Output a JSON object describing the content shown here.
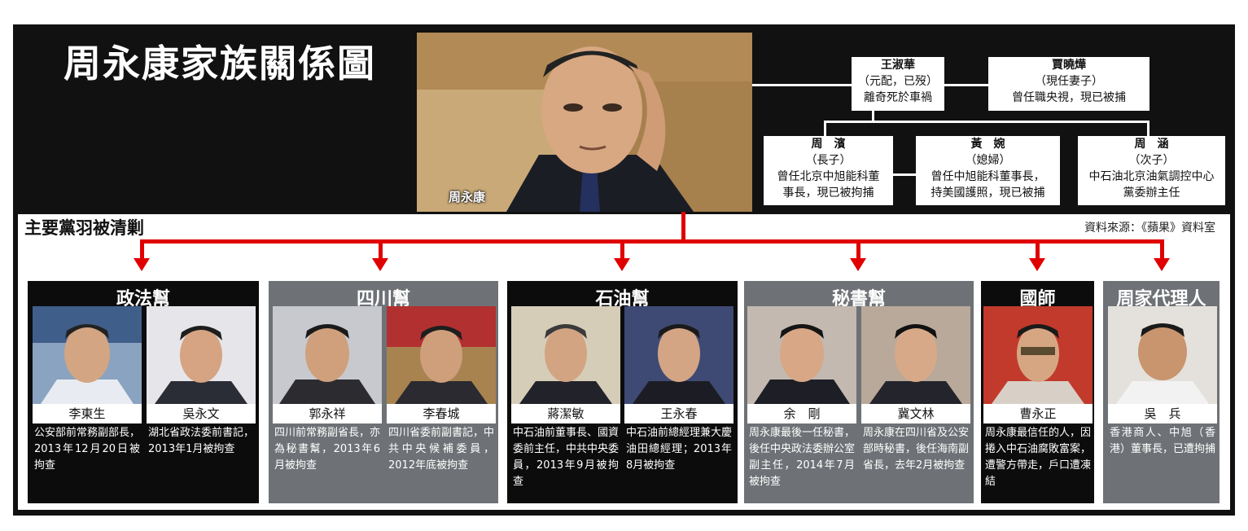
{
  "title": "周永康家族關係圖",
  "center_person": {
    "name": "周永康"
  },
  "family": {
    "wang": {
      "name": "王淑華",
      "line1": "（元配，已歿）",
      "line2": "離奇死於車禍"
    },
    "jia": {
      "name": "賈曉燁",
      "line1": "（現任妻子）",
      "line2": "曾任職央視，現已被捕"
    },
    "zhoubin": {
      "name": "周　濱",
      "line1": "（長子）",
      "line2": "曾任北京中旭能科董",
      "line3": "事長，現已被拘捕"
    },
    "huangwan": {
      "name": "黃　婉",
      "line1": "（媳婦）",
      "line2": "曾任中旭能科董事長，",
      "line3": "持美國護照，現已被捕"
    },
    "zhouhan": {
      "name": "周　涵",
      "line1": "（次子）",
      "line2": "中石油北京油氣調控中心",
      "line3": "黨委辦主任"
    }
  },
  "subtitle": "主要黨羽被清剿",
  "source": "資料來源：《蘋果》資料室",
  "groups": [
    {
      "title": "政法幫",
      "style": "dark"
    },
    {
      "title": "四川幫",
      "style": "grey"
    },
    {
      "title": "石油幫",
      "style": "dark"
    },
    {
      "title": "秘書幫",
      "style": "grey"
    },
    {
      "title": "國師",
      "style": "dark"
    },
    {
      "title": "周家代理人",
      "style": "grey"
    }
  ],
  "people": [
    {
      "name": "李東生",
      "desc": "公安部前常務副部長，2013年12月20日被拘查"
    },
    {
      "name": "吳永文",
      "desc": "湖北省政法委前書記，2013年1月被拘查"
    },
    {
      "name": "郭永祥",
      "desc": "四川前常務副省長，亦為秘書幫，2013年6月被拘查"
    },
    {
      "name": "李春城",
      "desc": "四川省委前副書記，中共中央候補委員，2012年底被拘查"
    },
    {
      "name": "蔣潔敏",
      "desc": "中石油前董事長、國資委前主任，中共中央委員，2013年9月被拘查"
    },
    {
      "name": "王永春",
      "desc": "中石油前總經理兼大慶油田總經理；2013年8月被拘查"
    },
    {
      "name": "余　剛",
      "desc": "周永康最後一任秘書，後任中央政法委辦公室副主任，2014年7月被拘查"
    },
    {
      "name": "冀文林",
      "desc": "周永康在四川省及公安部時秘書，後任海南副省長，去年2月被拘查"
    },
    {
      "name": "曹永正",
      "desc": "周永康最信任的人，因捲入中石油腐敗富案，遭警方帶走，戶口遭凍結"
    },
    {
      "name": "吳　兵",
      "desc": "香港商人、中旭（香港）董事長，已遭拘捕"
    }
  ],
  "colors": {
    "frame": "#111111",
    "arrow": "#e00000",
    "grey_panel": "#6e7276",
    "dark_panel": "#0c0c0c"
  }
}
